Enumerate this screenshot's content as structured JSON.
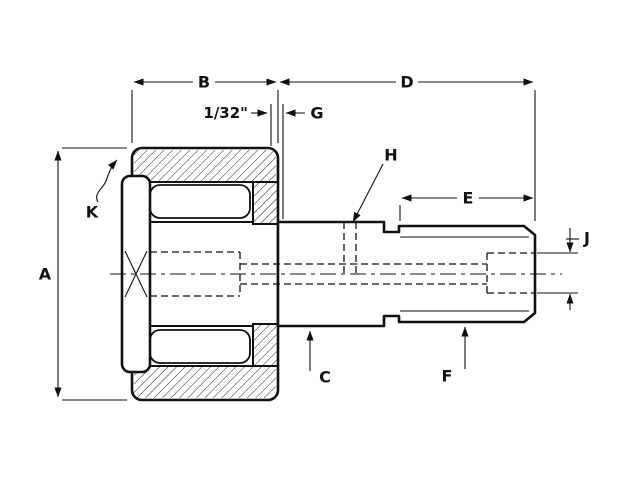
{
  "fig": {
    "ink": "#111111",
    "background": "#ffffff",
    "labels": {
      "A": "A",
      "B": "B",
      "C": "C",
      "D": "D",
      "E": "E",
      "F": "F",
      "G": "G",
      "H": "H",
      "J": "J",
      "K": "K",
      "offset": "1/32\""
    }
  }
}
